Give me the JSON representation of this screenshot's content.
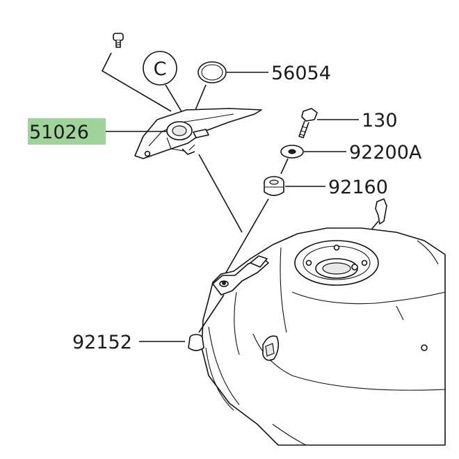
{
  "callouts": {
    "c_marker": "C",
    "p56054": "56054",
    "p51026": "51026",
    "p130": "130",
    "p92200a": "92200A",
    "p92160": "92160",
    "p92152": "92152"
  },
  "colors": {
    "highlight": "#9fd39a",
    "ink": "#111111"
  }
}
